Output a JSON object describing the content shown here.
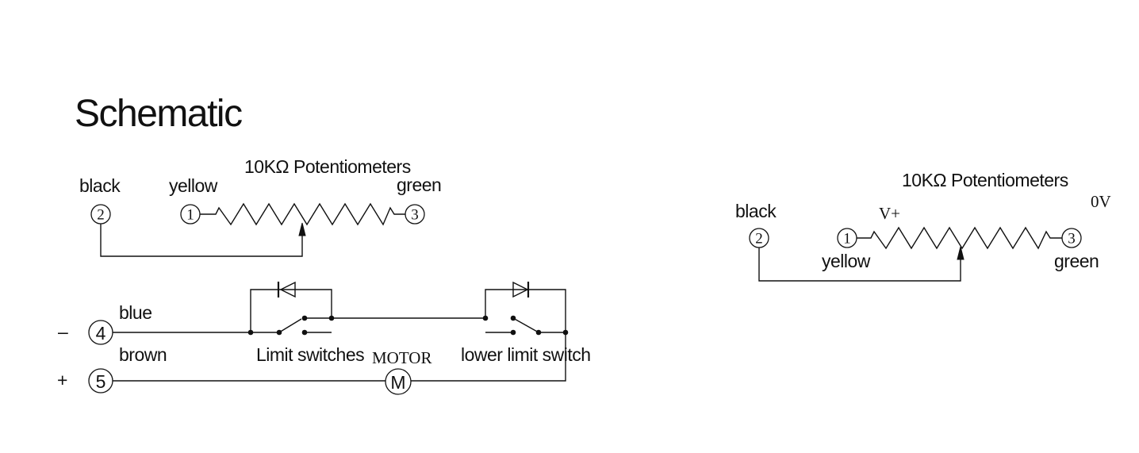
{
  "title": "Schematic",
  "left_diagram": {
    "pot_title": "10KΩ  Potentiometers",
    "labels": {
      "black": "black",
      "yellow": "yellow",
      "green": "green",
      "blue": "blue",
      "brown": "brown",
      "minus": "–",
      "plus": "+",
      "limit_switches": "Limit switches",
      "motor": "MOTOR",
      "lower_limit_switch": "lower limit switch"
    },
    "pins": [
      "2",
      "1",
      "3",
      "4",
      "5"
    ],
    "motor_symbol": "M"
  },
  "right_diagram": {
    "pot_title": "10KΩ  Potentiometers",
    "labels": {
      "black": "black",
      "v_plus": "V+",
      "zero_v": "0V",
      "yellow": "yellow",
      "green": "green"
    },
    "pins": [
      "2",
      "1",
      "3"
    ]
  }
}
